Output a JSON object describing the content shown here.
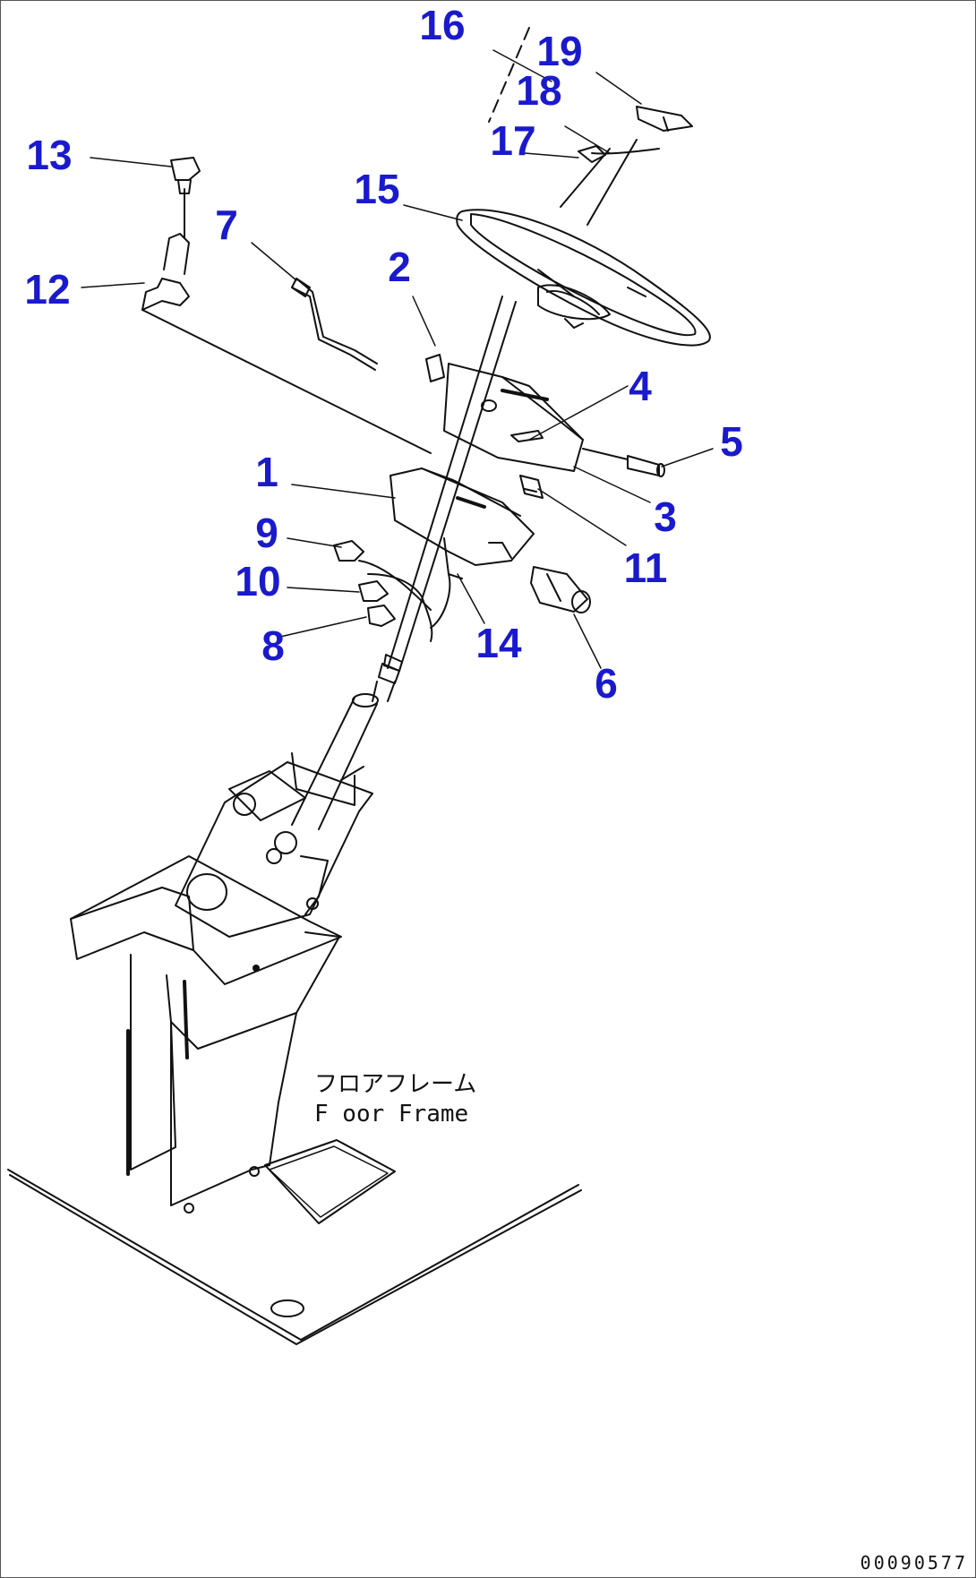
{
  "part_labels": [
    "1",
    "2",
    "3",
    "4",
    "5",
    "6",
    "7",
    "8",
    "9",
    "10",
    "11",
    "12",
    "13",
    "14",
    "15",
    "16",
    "17",
    "18",
    "19"
  ],
  "floor_frame": {
    "label_jp": "フロアフレーム",
    "label_en": "F oor Frame"
  },
  "drawing_id": "00090577",
  "colors": {
    "callout": "#1a1acc",
    "line": "#111111",
    "background": "#ffffff"
  }
}
